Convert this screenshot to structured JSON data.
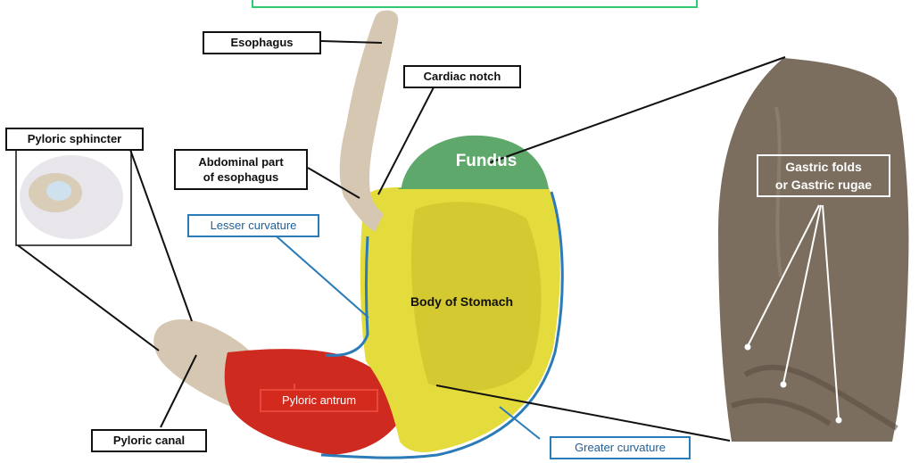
{
  "labels": {
    "esophagus": "Esophagus",
    "cardiac_notch": "Cardiac notch",
    "pyloric_sphincter": "Pyloric sphincter",
    "abdominal_part_line1": "Abdominal part",
    "abdominal_part_line2": "of esophagus",
    "lesser_curvature": "Lesser curvature",
    "fundus": "Fundus",
    "body_of_stomach": "Body of Stomach",
    "gastric_folds_line1": "Gastric folds",
    "gastric_folds_line2": "or Gastric rugae",
    "pyloric_antrum": "Pyloric antrum",
    "pyloric_canal": "Pyloric canal",
    "greater_curvature": "Greater curvature"
  },
  "colors": {
    "esophagus": "#d6c7b2",
    "fundus": "#5ea86b",
    "body": "#e4dc3c",
    "antrum": "#cf2a20",
    "rugae_panel": "#7b6e5e",
    "curvature_line": "#2a7bb8",
    "title_bar": "#2ecc71"
  }
}
